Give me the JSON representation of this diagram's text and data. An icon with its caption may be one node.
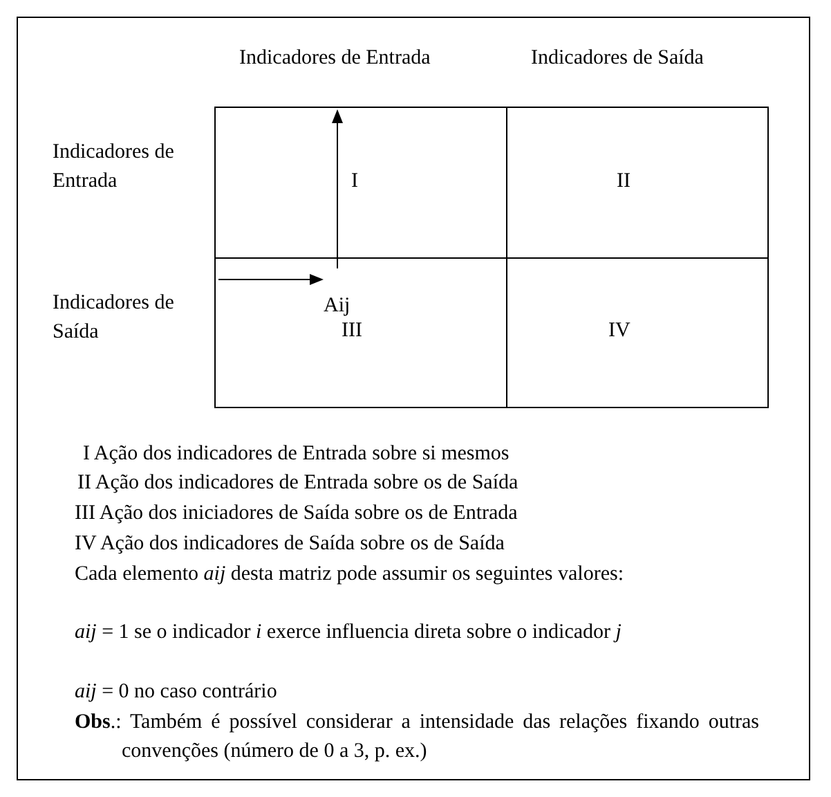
{
  "diagram": {
    "labels": [
      "Indicadores de Entrada",
      "Indicadores de Saída",
      "Indicadores de Entrada",
      "I",
      "II",
      "Indicadores de Saída",
      "Aij",
      "III",
      "IV",
      "I Ação dos indicadores de Entrada sobre si mesmos",
      "II Ação dos indicadores de Entrada sobre os de Saída",
      "III Ação dos iniciadores de Saída sobre os de Entrada",
      "IV Ação dos indicadores de Saída sobre os de Saída",
      "Cada elemento *aij* desta matriz pode assumir os seguintes valores:",
      "*aij* = 1 se o indicador *i* exerce influencia direta sobre o indicador *j*",
      "*aij* = 0 no caso contrário",
      "**Obs**.: Também é possível considerar a intensidade das relações fixando outras convenções (número de 0 a 3, p. ex.)"
    ]
  }
}
